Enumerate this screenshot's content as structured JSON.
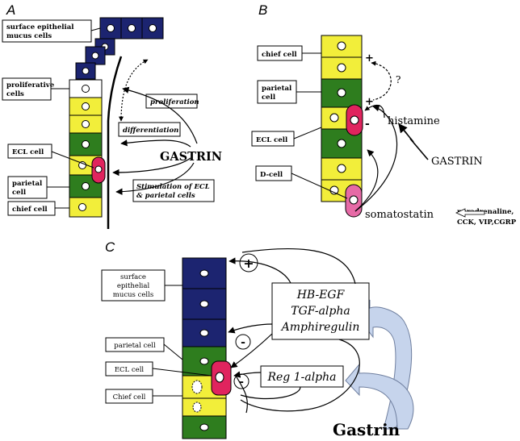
{
  "panels": {
    "a": {
      "letter": "A",
      "labels": {
        "surface": [
          "surface epithelial",
          "mucus cells"
        ],
        "proliferative": [
          "proliferative",
          "cells"
        ],
        "ecl": "ECL cell",
        "parietal": [
          "parietal",
          "cell"
        ],
        "chief": "chief cell"
      },
      "actions": {
        "proliferation": "proliferation",
        "differentiation": "differentiation",
        "stimulation": [
          "Stimulation of ECL",
          "& parietal cells"
        ]
      },
      "gastrin": "GASTRIN"
    },
    "b": {
      "letter": "B",
      "labels": {
        "chief": "chief cell",
        "parietal": [
          "parietal",
          "cell"
        ],
        "ecl": "ECL cell",
        "dcell": "D-cell"
      },
      "signs": {
        "plus1": "+",
        "plus2": "+",
        "minus": "-"
      },
      "question": "?",
      "histamine": "histamine",
      "gastrin": "GASTRIN",
      "somatostatin": "somatostatin",
      "inhibitors": [
        "noradrenaline,",
        "CCK, VIP,CGRP"
      ]
    },
    "c": {
      "letter": "C",
      "labels": {
        "surface": [
          "surface",
          "epithelial",
          "mucus cells"
        ],
        "parietal": "parietal cell",
        "ecl": "ECL cell",
        "chief": "Chief  cell"
      },
      "signs": {
        "plus": "+",
        "minus1": "-",
        "minus2": "-"
      },
      "factors": [
        "HB-EGF",
        "TGF-alpha",
        "Amphiregulin"
      ],
      "reg": "Reg 1-alpha",
      "gastrin": "Gastrin"
    }
  },
  "colors": {
    "mucus": "#1c2470",
    "parietal": "#2e7d1e",
    "chief": "#f2ee3a",
    "ecl": "#e0245e",
    "dcell": "#e66aa6",
    "arrow_fill": "#c6d4ec"
  }
}
